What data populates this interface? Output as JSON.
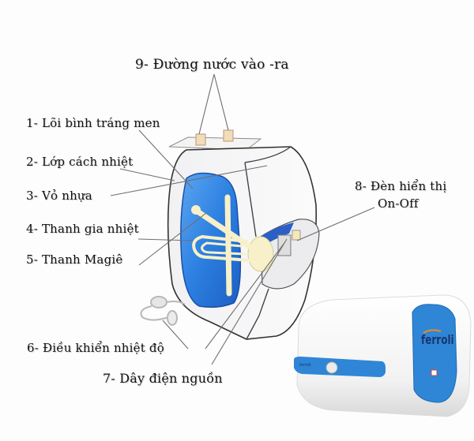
{
  "diagram": {
    "subject": "Water heater internal structure (cutaway)",
    "labels": [
      {
        "id": 1,
        "text": "1- Lõi bình tráng men"
      },
      {
        "id": 2,
        "text": "2- Lớp cách nhiệt"
      },
      {
        "id": 3,
        "text": "3- Vỏ nhựa"
      },
      {
        "id": 4,
        "text": "4- Thanh gia nhiệt"
      },
      {
        "id": 5,
        "text": "5- Thanh Magiê"
      },
      {
        "id": 6,
        "text": "6- Điều khiển nhiệt độ"
      },
      {
        "id": 7,
        "text": "7- Dây điện nguồn"
      },
      {
        "id": 8,
        "text": "8- Đèn hiển thị",
        "text_line2": "On-Off"
      },
      {
        "id": 9,
        "text": "9- Đường nước vào -ra"
      }
    ],
    "product": {
      "brand": "ferroli",
      "colors": {
        "body": "#f4f4f4",
        "panel": "#2f86d6",
        "tank_blue": "#2b7fe0",
        "element": "#f7f0c8"
      }
    }
  }
}
